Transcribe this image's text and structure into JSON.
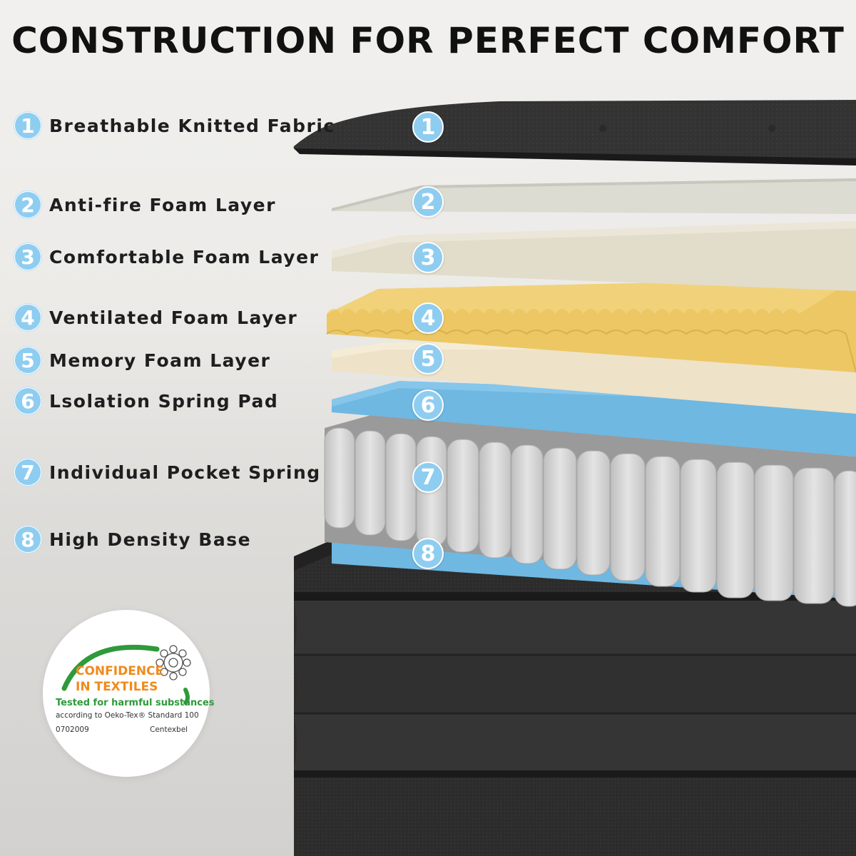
{
  "title": "CONSTRUCTION FOR PERFECT COMFORT",
  "layers": [
    {
      "number": "1",
      "label": "Breathable Knitted Fabric"
    },
    {
      "number": "2",
      "label": "Anti-fire Foam Layer"
    },
    {
      "number": "3",
      "label": "Comfortable Foam Layer"
    },
    {
      "number": "4",
      "label": "Ventilated Foam Layer"
    },
    {
      "number": "5",
      "label": "Memory Foam Layer"
    },
    {
      "number": "6",
      "label": "Lsolation Spring Pad"
    },
    {
      "number": "7",
      "label": "Individual Pocket Spring"
    },
    {
      "number": "8",
      "label": "High Density Base"
    }
  ],
  "certification": {
    "line1": "CONFIDENCE",
    "line2": "IN TEXTILES",
    "line3": "Tested for harmful substances",
    "line4": "according to Oeko-Tex® Standard 100",
    "code": "0702009",
    "institute": "Centexbel"
  },
  "colors": {
    "badge": "#8fcdf0",
    "fabric": "#2f2f2f",
    "anti_fire": "#dddcd2",
    "comfort": "#e2dccb",
    "ventilated": "#ecc763",
    "memory": "#eee2c8",
    "spring_pad": "#6fb8e2",
    "spring": "#d6d6d6"
  }
}
